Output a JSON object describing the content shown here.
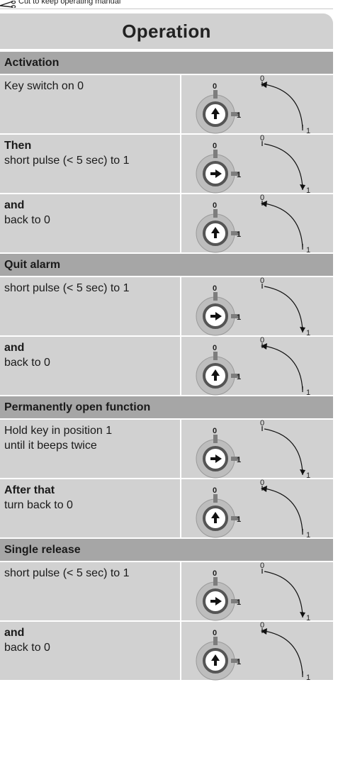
{
  "cut_note": "Cut to keep operating manual",
  "title": "Operation",
  "labels": {
    "pos0": "0",
    "pos1": "1"
  },
  "sections": [
    {
      "header": "Activation",
      "rows": [
        {
          "bold": "",
          "text": "Key switch on 0",
          "position": "0"
        },
        {
          "bold": "Then",
          "text": "short pulse (< 5 sec) to 1",
          "position": "1"
        },
        {
          "bold": "and",
          "text": "back to 0",
          "position": "0"
        }
      ]
    },
    {
      "header": "Quit alarm",
      "rows": [
        {
          "bold": "",
          "text": "short pulse (< 5 sec) to 1",
          "position": "1"
        },
        {
          "bold": "and",
          "text": "back to 0",
          "position": "0"
        }
      ]
    },
    {
      "header": "Permanently open function",
      "rows": [
        {
          "bold": "",
          "text": "Hold key in position 1\nuntil it beeps twice",
          "position": "1"
        },
        {
          "bold": "After that",
          "text": "turn back to 0",
          "position": "0"
        }
      ]
    },
    {
      "header": "Single release",
      "rows": [
        {
          "bold": "",
          "text": "short pulse (< 5 sec) to 1",
          "position": "1"
        },
        {
          "bold": "and",
          "text": "back to 0",
          "position": "0"
        }
      ]
    }
  ]
}
